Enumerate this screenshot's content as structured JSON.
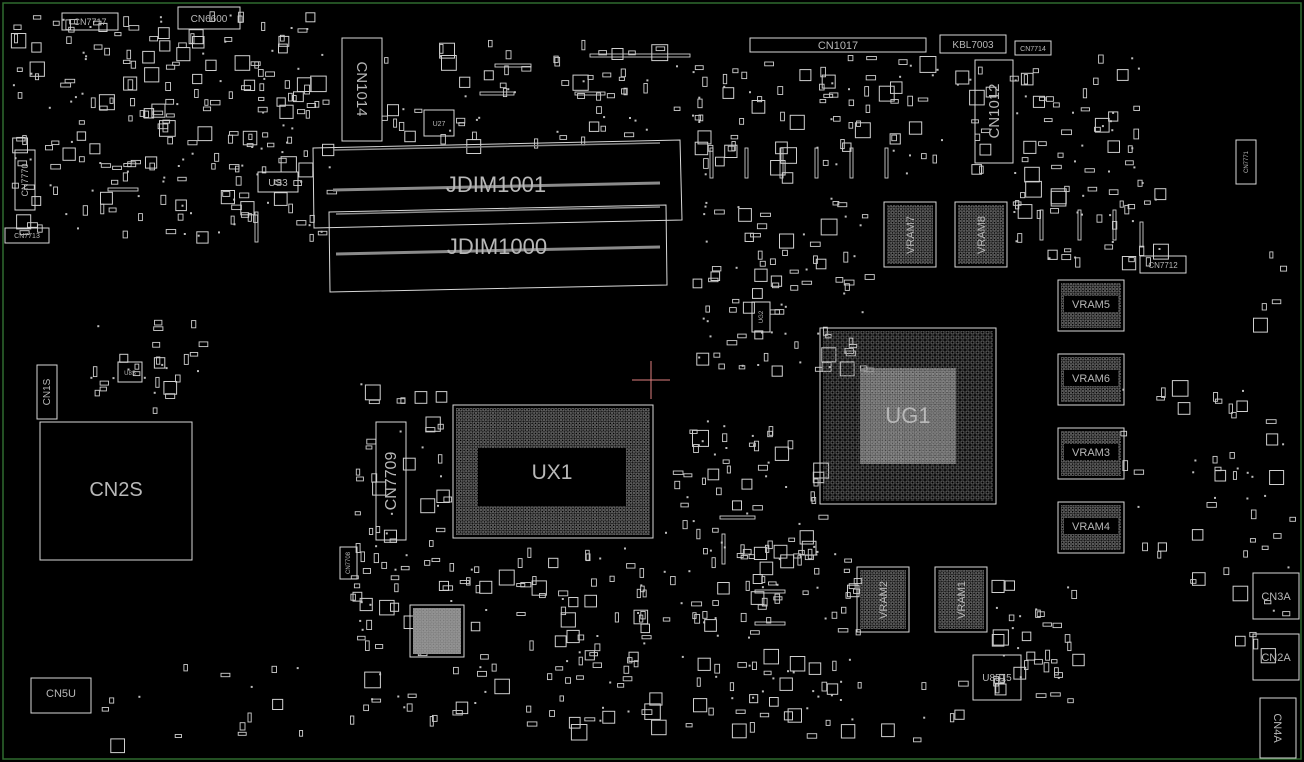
{
  "colors": {
    "background": "#000000",
    "outline": "#d8d8d8",
    "label": "#b8b8b8",
    "pad": "#bdbdbd",
    "cursor": "#e08080",
    "board_edge": "#2f6b2f"
  },
  "labels": {
    "cn7717": "CN7717",
    "cn6600": "CN6600",
    "cn1014": "CN1014",
    "cn1017": "CN1017",
    "kbl7003": "KBL7003",
    "cn7714": "CN7714",
    "cn1012": "CN1012",
    "cn7770": "CN7770",
    "us3": "US3",
    "u27": "U27",
    "cn7713": "CN7713",
    "jdim1001": "JDIM1001",
    "jdim1000": "JDIM1000",
    "cn7771": "CN7771",
    "vram7": "VRAM7",
    "vram8": "VRAM8",
    "cn7712": "CN7712",
    "vram5": "VRAM5",
    "vram6": "VRAM6",
    "vram3": "VRAM3",
    "vram4": "VRAM4",
    "ug1": "UG1",
    "ux1": "UX1",
    "cn2s": "CN2S",
    "cn1s": "CN1S",
    "u8s": "U8S",
    "cn7709": "CN7709",
    "cn7708": "CN7708",
    "ug2": "UG2",
    "vram2": "VRAM2",
    "vram1": "VRAM1",
    "cn3a": "CN3A",
    "cn2a": "CN2A",
    "cn4a": "CN4A",
    "u8515": "U8515",
    "cn5u": "CN5U"
  }
}
